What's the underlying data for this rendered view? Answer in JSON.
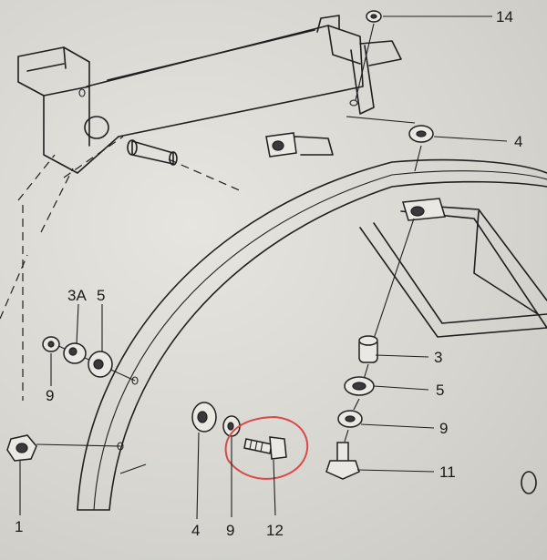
{
  "callouts": [
    {
      "id": "label-14",
      "text": "14"
    },
    {
      "id": "label-4-top",
      "text": "4"
    },
    {
      "id": "label-3a",
      "text": "3A"
    },
    {
      "id": "label-5-left",
      "text": "5"
    },
    {
      "id": "label-9-left",
      "text": "9"
    },
    {
      "id": "label-1",
      "text": "1"
    },
    {
      "id": "label-3",
      "text": "3"
    },
    {
      "id": "label-5-right",
      "text": "5"
    },
    {
      "id": "label-9-right",
      "text": "9"
    },
    {
      "id": "label-11",
      "text": "11"
    },
    {
      "id": "label-4-bottom",
      "text": "4"
    },
    {
      "id": "label-9-bottom",
      "text": "9"
    },
    {
      "id": "label-12",
      "text": "12"
    }
  ],
  "colors": {
    "paper": "#d9d8d2",
    "ink": "#1f1f1f",
    "highlight_circle": "#d84a4a"
  }
}
